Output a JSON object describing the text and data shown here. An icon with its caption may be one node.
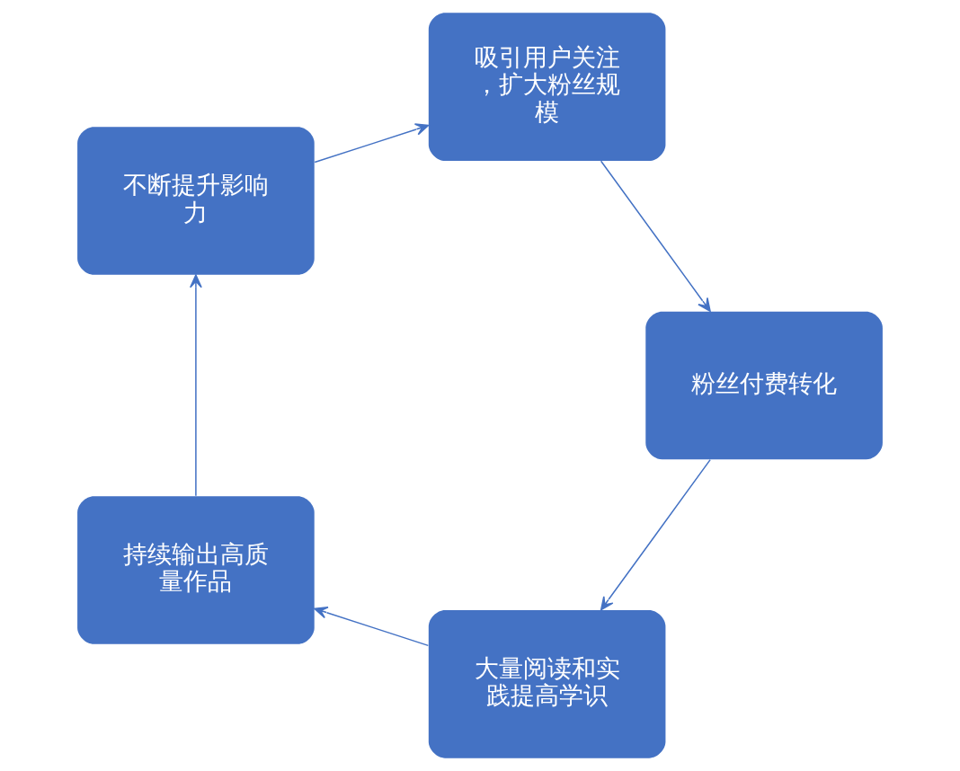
{
  "diagram": {
    "nodes": [
      {
        "text": [
          "大量阅读和实践提高学识"
        ]
      },
      {
        "text": [
          "持续输出高质量作品"
        ]
      },
      {
        "text": [
          "不断提升影响力"
        ]
      },
      {
        "text": [
          "吸引用户关注，扩大粉丝规模"
        ]
      },
      {
        "text": [
          "粉丝付费转化"
        ]
      }
    ],
    "edges": [
      {
        "from": 0,
        "to": 1,
        "arrow": "to"
      },
      {
        "from": 1,
        "to": 2,
        "arrow": "to"
      },
      {
        "from": 2,
        "to": 3,
        "arrow": "to"
      },
      {
        "from": 3,
        "to": 4,
        "arrow": "to"
      },
      {
        "from": 4,
        "to": 0,
        "arrow": "to"
      }
    ]
  }
}
